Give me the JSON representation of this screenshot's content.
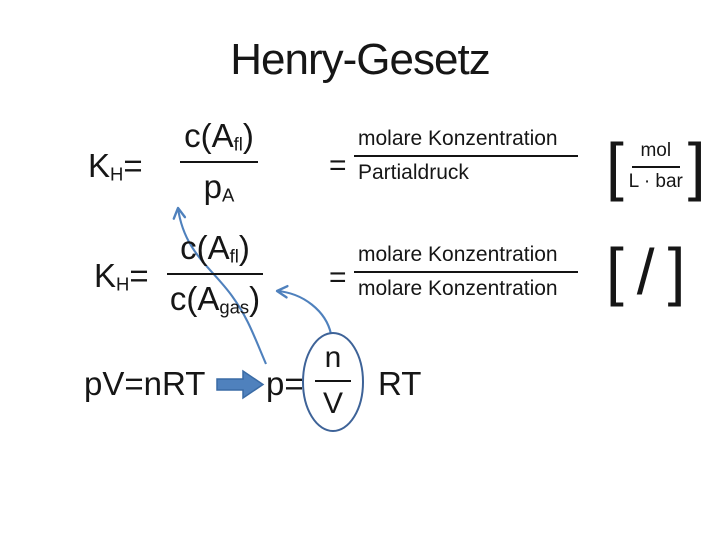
{
  "title": "Henry-Gesetz",
  "eq1": {
    "lhs_base": "K",
    "lhs_sub": "H",
    "lhs_eq": "=",
    "num_pre": "c(A",
    "num_sub": "fl",
    "num_post": ")",
    "den_base": "p",
    "den_sub": "A",
    "eq": "=",
    "word_num": "molare Konzentration",
    "word_den": "Partialdruck",
    "unit_open": "[",
    "unit_num": "mol",
    "unit_den": "L · bar",
    "unit_close": "]"
  },
  "eq2": {
    "lhs_base": "K",
    "lhs_sub": "H",
    "lhs_eq": "=",
    "num_pre": "c(A",
    "num_sub": "fl",
    "num_post": ")",
    "den_pre": "c(A",
    "den_sub": "gas",
    "den_post": ")",
    "eq": "=",
    "word_num": "molare Konzentration",
    "word_den": "molare Konzentration",
    "unit_open": "[",
    "unit_slash": "/",
    "unit_close": "]"
  },
  "eq3": {
    "ideal_gas": "pV=nRT",
    "p_equals": "p=",
    "frac_num": "n",
    "frac_den": "V",
    "rt": "RT"
  },
  "shapes": {
    "block_arrow_icon": "right-block-arrow-icon",
    "curved_arrow_icon": "curved-arrow-icon",
    "ellipse_icon": "highlight-ellipse",
    "arrow_color": "#4F81BD",
    "block_arrow_fill": "#4F81BD",
    "block_arrow_stroke": "#3A6BA5",
    "ellipse_stroke": "#3E6398",
    "text_color": "#161616",
    "background": "#FFFFFF"
  }
}
